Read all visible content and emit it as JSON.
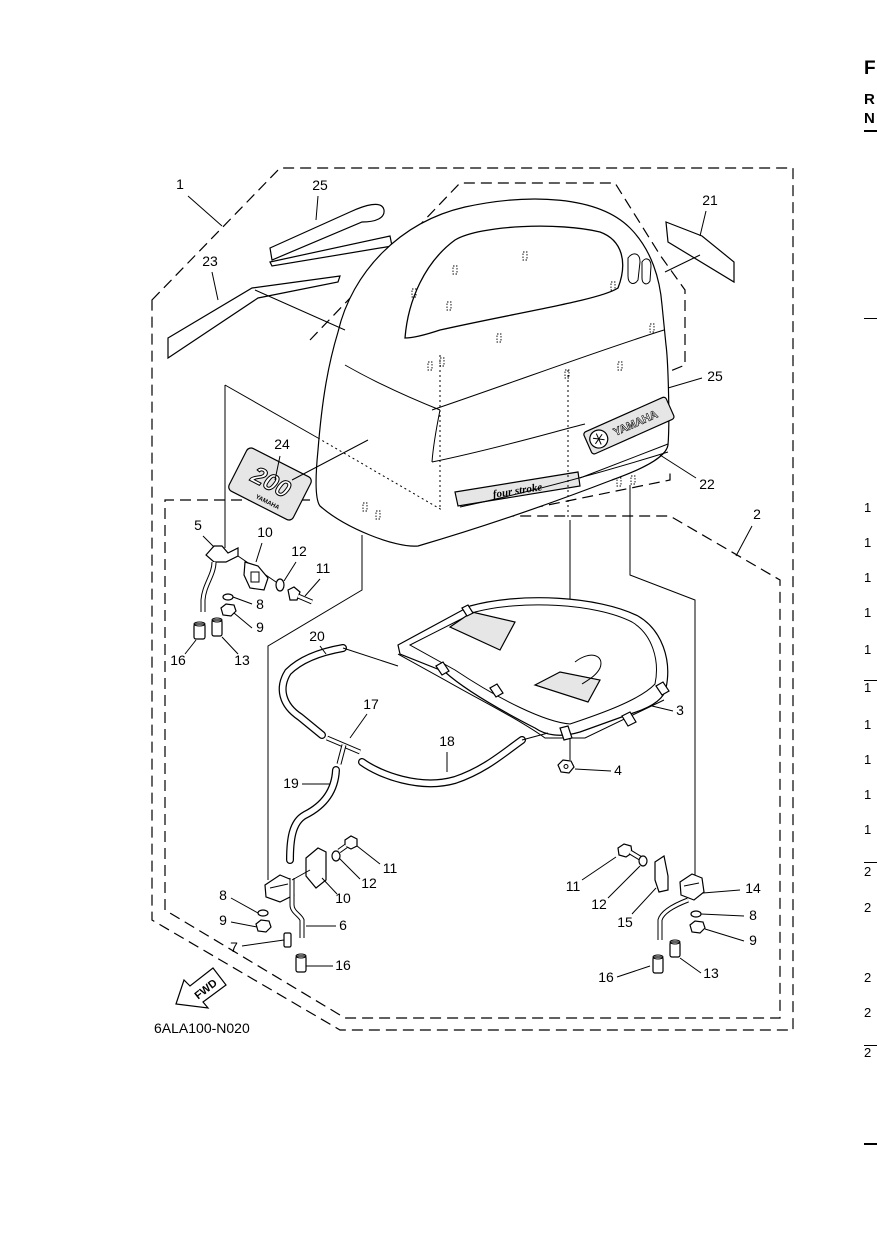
{
  "diagram": {
    "catalog_code": "6ALA100-N020",
    "fwd_label": "FWD",
    "cowl_brand": "YAMAHA",
    "decal_24_model": "200",
    "decal_24_brand": "YAMAHA",
    "decal_22_text": "four stroke",
    "callouts": [
      "1",
      "25",
      "23",
      "21",
      "25",
      "22",
      "24",
      "2",
      "5",
      "10",
      "12",
      "11",
      "8",
      "9",
      "16",
      "13",
      "20",
      "17",
      "18",
      "3",
      "4",
      "19",
      "11",
      "12",
      "10",
      "8",
      "9",
      "6",
      "7",
      "16",
      "11",
      "12",
      "15",
      "14",
      "8",
      "9",
      "16",
      "13"
    ]
  },
  "margin_text": {
    "heading_1": "F",
    "heading_2": "R",
    "heading_3": "N",
    "rows": [
      "1",
      "1",
      "1",
      "1",
      "1",
      "1",
      "1",
      "1",
      "1",
      "1",
      "2",
      "2",
      "2",
      "2",
      "2"
    ]
  },
  "colors": {
    "ink": "#000000",
    "background": "#ffffff"
  }
}
